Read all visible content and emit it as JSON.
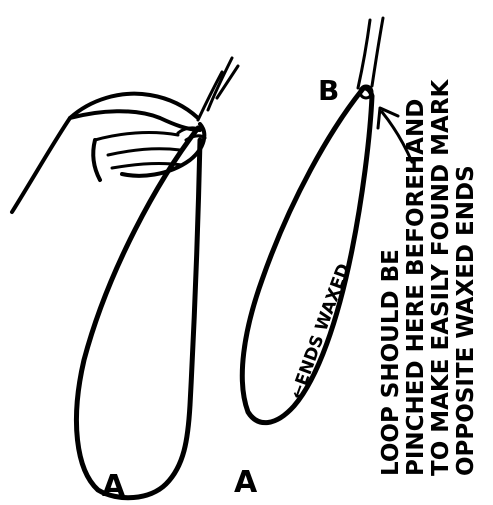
{
  "labels": {
    "loop_bottom_left": "A",
    "loop_bottom_right": "A",
    "loop_top_right": "B",
    "ends_waxed": "←ENDS WAXED"
  },
  "instruction": {
    "line1": "LOOP SHOULD BE",
    "line2": "PINCHED HERE BEFOREHAND",
    "line3": "TO MAKE EASILY FOUND MARK",
    "line4": "OPPOSITE WAXED ENDS"
  },
  "icons": [
    "hand-pinching-icon",
    "thread-loop-icon",
    "pointer-arrow-icon"
  ]
}
